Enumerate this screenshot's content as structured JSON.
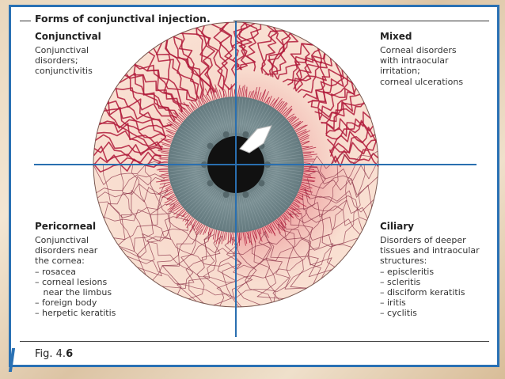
{
  "figure": {
    "title": "Forms of conjunctival injection.",
    "caption_prefix": "Fig. 4.",
    "caption_number": "6"
  },
  "quadrants": {
    "conjunctival": {
      "heading": "Conjunctival",
      "lines": [
        "Conjunctival",
        "disorders;",
        "conjunctivitis"
      ]
    },
    "mixed": {
      "heading": "Mixed",
      "lines": [
        "Corneal disorders",
        "with intraocular",
        "irritation;",
        "corneal ulcerations"
      ]
    },
    "pericorneal": {
      "heading": "Pericorneal",
      "lines": [
        "Conjunctival",
        "disorders near",
        "the cornea:",
        "– rosacea",
        "– corneal lesions",
        "   near the limbus",
        "– foreign body",
        "– herpetic keratitis"
      ]
    },
    "ciliary": {
      "heading": "Ciliary",
      "lines": [
        "Disorders of deeper",
        "tissues and intraocular",
        "structures:",
        "– episcleritis",
        "– scleritis",
        "– disciform keratitis",
        "– iritis",
        "– cyclitis"
      ]
    }
  },
  "colors": {
    "frame_blue": "#2a71b4",
    "axis_blue": "#2a6fb0",
    "sclera": "#f6d6c6",
    "vessel_red": "#b01a3a",
    "iris_gray": "#6f8489",
    "pupil": "#111111"
  }
}
